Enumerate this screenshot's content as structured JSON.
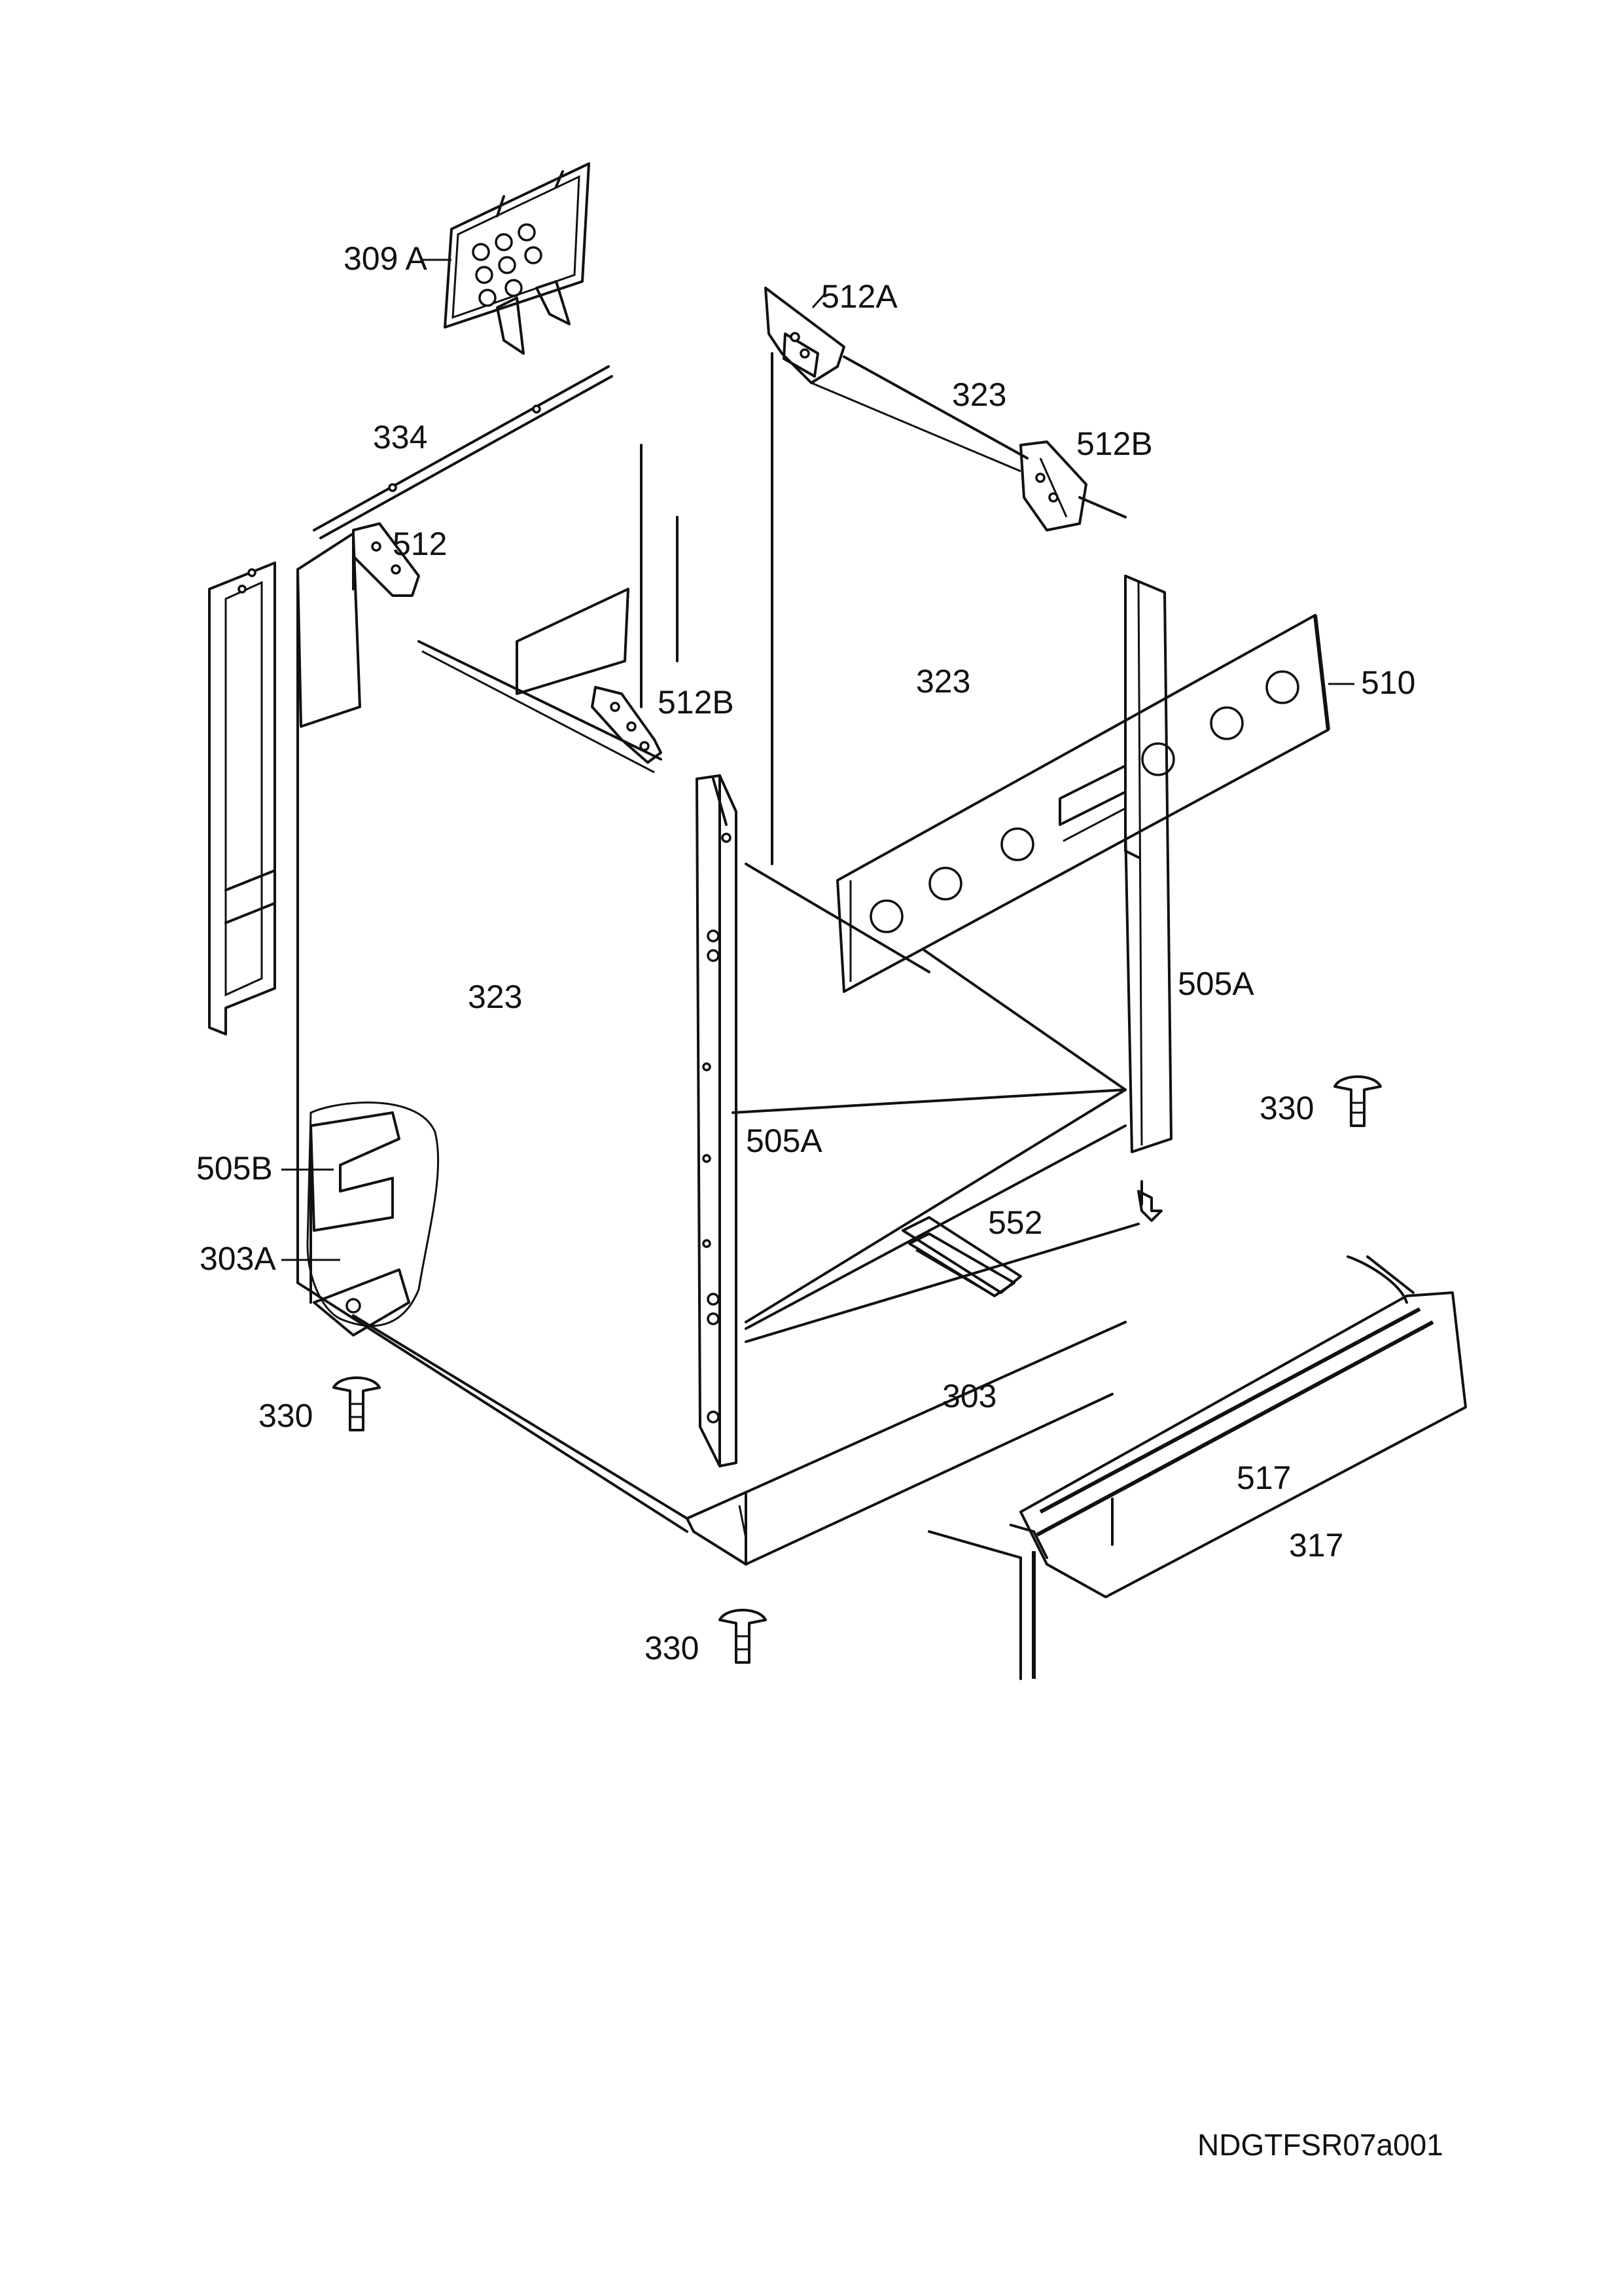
{
  "labels": {
    "l309a": "309 A",
    "l512a": "512A",
    "l323_top": "323",
    "l512b_top": "512B",
    "l334": "334",
    "l512": "512",
    "l512b_mid": "512B",
    "l323_back": "323",
    "l510": "510",
    "l323_side": "323",
    "l505a_right": "505A",
    "l505a_mid": "505A",
    "l330_right": "330",
    "l505b": "505B",
    "l552": "552",
    "l303a": "303A",
    "l303": "303",
    "l330_left": "330",
    "l517": "517",
    "l317": "317",
    "l330_bottom": "330"
  },
  "document_code": "NDGTFSR07a001"
}
